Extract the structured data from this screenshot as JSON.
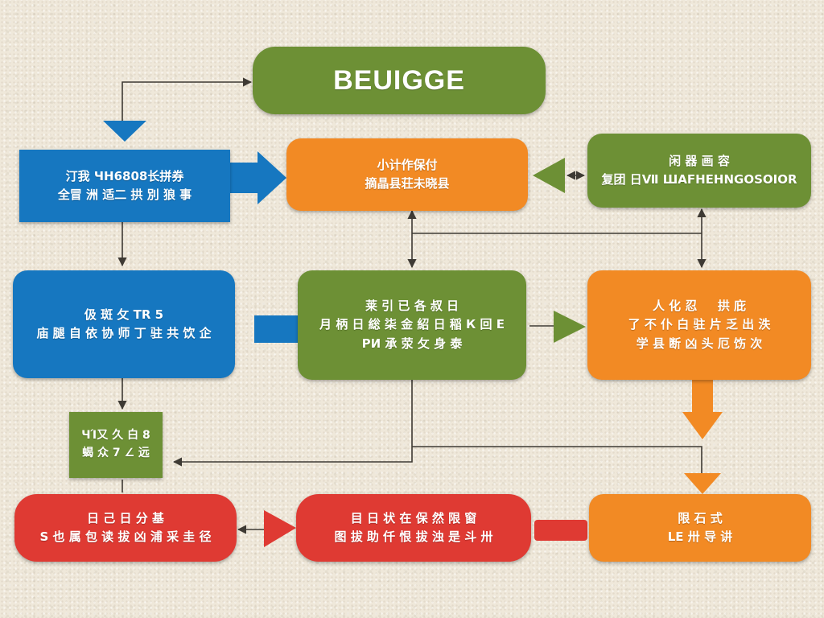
{
  "title": "BEUIGGE",
  "nodes": {
    "top_center": {
      "lines": [
        "小计作保付",
        "摘晶县荘未晓县"
      ]
    },
    "top_right": {
      "lines": [
        "闲 器 画 容",
        "复团 日Ⅶ ШАFHEHNGOSOIOR"
      ]
    },
    "top_left": {
      "lines": [
        "汀我 ЧН6808长拼券",
        "全冒 洲 适二 拱 別 狼 事"
      ]
    },
    "mid_center": {
      "lines": [
        "莱 引 已 各 叔 日",
        "月 柄 日 総 柒 金 紹 日 稲 К 回 Е",
        "РИ 承 荥 攵 身 泰"
      ]
    },
    "mid_left": {
      "lines": [
        "伋 斑 攵 TR 5",
        "庙 腿 自 依 协 师 丁 驻 共 饮 企"
      ]
    },
    "mid_right": {
      "lines": [
        "人 化 忍 　 拱 庇",
        "了 不 仆 白 驻 片 乏 出 泆",
        "学 县 断 凶 头 厄 饬 次"
      ]
    },
    "small_left": {
      "lines": [
        "ЧΊ又 久 白 8",
        "蝎 众 7 ∠ 远"
      ]
    },
    "bottom_left": {
      "lines": [
        "日 己 日 分 基",
        "S 也 属 包 读 拔 凶 浦 采 圭 径"
      ]
    },
    "bottom_center": {
      "lines": [
        "目 日 状 在 保 然 限 窗",
        "图 拔 助 仟 恨 拔 浊 是 斗 卅"
      ]
    },
    "bottom_right": {
      "lines": [
        "限 石 式",
        "LE 卅 导 讲"
      ]
    }
  },
  "colors": {
    "green": "#6d9035",
    "orange": "#f28a24",
    "blue": "#1677c0",
    "red": "#df3a33",
    "line": "#3e3a34",
    "background": "#efe8da"
  }
}
